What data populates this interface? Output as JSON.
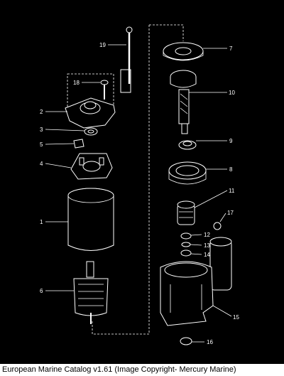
{
  "caption": "European Marine Catalog v1.61 (Image Copyright- Mercury Marine)",
  "callouts": [
    {
      "id": "n19",
      "text": "19"
    },
    {
      "id": "n7",
      "text": "7"
    },
    {
      "id": "n18",
      "text": "18"
    },
    {
      "id": "n10",
      "text": "10"
    },
    {
      "id": "n2",
      "text": "2"
    },
    {
      "id": "n3",
      "text": "3"
    },
    {
      "id": "n5",
      "text": "5"
    },
    {
      "id": "n9",
      "text": "9"
    },
    {
      "id": "n4",
      "text": "4"
    },
    {
      "id": "n8",
      "text": "8"
    },
    {
      "id": "n11",
      "text": "11"
    },
    {
      "id": "n17",
      "text": "17"
    },
    {
      "id": "n1",
      "text": "1"
    },
    {
      "id": "n12",
      "text": "12"
    },
    {
      "id": "n13",
      "text": "13"
    },
    {
      "id": "n14",
      "text": "14"
    },
    {
      "id": "n6",
      "text": "6"
    },
    {
      "id": "n15",
      "text": "15"
    },
    {
      "id": "n16",
      "text": "16"
    }
  ]
}
